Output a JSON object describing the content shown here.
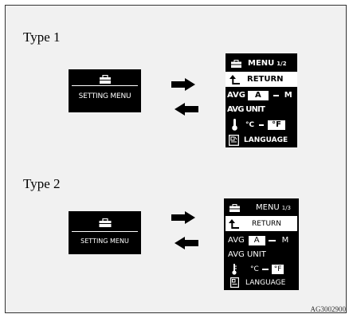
{
  "type1": {
    "label": "Type 1",
    "tile_text": "SETTING MENU",
    "panel": {
      "title": "MENU",
      "page": "1/2",
      "return_label": "RETURN",
      "avg_label": "AVG",
      "avg_selected": "A",
      "avg_other": "M",
      "avg_unit_label": "AVG UNIT",
      "unit_c": "°C",
      "unit_f": "°F",
      "language_label": "LANGUAGE"
    }
  },
  "type2": {
    "label": "Type 2",
    "tile_text": "SETTING MENU",
    "panel": {
      "title": "MENU",
      "page": "1/3",
      "return_label": "RETURN",
      "avg_label": "AVG",
      "avg_selected": "A",
      "avg_other": "M",
      "avg_unit_label": "AVG UNIT",
      "unit_c": "°C",
      "unit_f": "°F",
      "language_label": "LANGUAGE"
    }
  },
  "figure_code": "AG3002900",
  "colors": {
    "background": "#f1f1f1",
    "panel": "#000000",
    "highlight": "#ffffff"
  },
  "icons": [
    "toolbox-icon",
    "arrow-right-icon",
    "arrow-left-icon",
    "return-arrow-icon",
    "thermometer-icon",
    "language-icon"
  ]
}
